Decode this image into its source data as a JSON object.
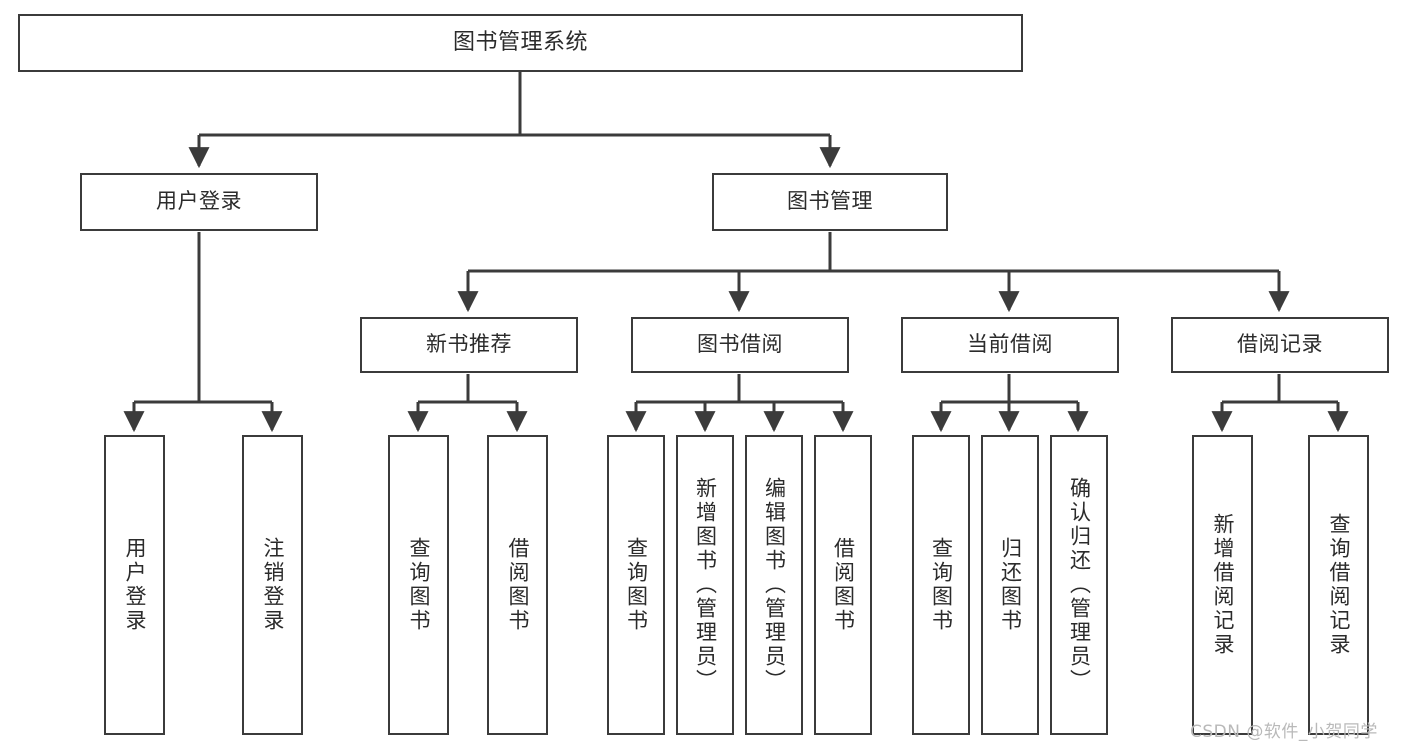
{
  "diagram": {
    "type": "tree-hierarchy",
    "title": "图书管理系统",
    "orientation": "top-down",
    "line_color": "#3b3b3b",
    "box_fill": "#ffffff",
    "text_color": "#2b2b2b",
    "nodes": {
      "root": {
        "label": "图书管理系统",
        "level": 0
      },
      "user_login": {
        "label": "用户登录",
        "level": 1
      },
      "book_manage": {
        "label": "图书管理",
        "level": 1
      },
      "new_book_rec": {
        "label": "新书推荐",
        "level": 2
      },
      "book_borrow": {
        "label": "图书借阅",
        "level": 2
      },
      "current_borrow": {
        "label": "当前借阅",
        "level": 2
      },
      "borrow_record": {
        "label": "借阅记录",
        "level": 2
      },
      "leaf_user_login": {
        "label": "用户登录",
        "level": 2
      },
      "leaf_logout": {
        "label": "注销登录",
        "level": 2
      },
      "leaf_query_book_1": {
        "label": "查询图书",
        "level": 3
      },
      "leaf_borrow_book_1": {
        "label": "借阅图书",
        "level": 3
      },
      "leaf_query_book_2": {
        "label": "查询图书",
        "level": 3
      },
      "leaf_add_book": {
        "label": "新增图书（管理员）",
        "level": 3
      },
      "leaf_edit_book": {
        "label": "编辑图书（管理员）",
        "level": 3
      },
      "leaf_borrow_book_2": {
        "label": "借阅图书",
        "level": 3
      },
      "leaf_query_book_3": {
        "label": "查询图书",
        "level": 3
      },
      "leaf_return_book": {
        "label": "归还图书",
        "level": 3
      },
      "leaf_confirm_return": {
        "label": "确认归还（管理员）",
        "level": 3
      },
      "leaf_add_record": {
        "label": "新增借阅记录",
        "level": 3
      },
      "leaf_query_record": {
        "label": "查询借阅记录",
        "level": 3
      }
    },
    "edges": [
      {
        "from": "root",
        "to": "user_login"
      },
      {
        "from": "root",
        "to": "book_manage"
      },
      {
        "from": "user_login",
        "to": "leaf_user_login"
      },
      {
        "from": "user_login",
        "to": "leaf_logout"
      },
      {
        "from": "book_manage",
        "to": "new_book_rec"
      },
      {
        "from": "book_manage",
        "to": "book_borrow"
      },
      {
        "from": "book_manage",
        "to": "current_borrow"
      },
      {
        "from": "book_manage",
        "to": "borrow_record"
      },
      {
        "from": "new_book_rec",
        "to": "leaf_query_book_1"
      },
      {
        "from": "new_book_rec",
        "to": "leaf_borrow_book_1"
      },
      {
        "from": "book_borrow",
        "to": "leaf_query_book_2"
      },
      {
        "from": "book_borrow",
        "to": "leaf_add_book"
      },
      {
        "from": "book_borrow",
        "to": "leaf_edit_book"
      },
      {
        "from": "book_borrow",
        "to": "leaf_borrow_book_2"
      },
      {
        "from": "current_borrow",
        "to": "leaf_query_book_3"
      },
      {
        "from": "current_borrow",
        "to": "leaf_return_book"
      },
      {
        "from": "current_borrow",
        "to": "leaf_confirm_return"
      },
      {
        "from": "borrow_record",
        "to": "leaf_add_record"
      },
      {
        "from": "borrow_record",
        "to": "leaf_query_record"
      }
    ]
  },
  "watermark": {
    "text": "CSDN @软件_小贺同学"
  }
}
